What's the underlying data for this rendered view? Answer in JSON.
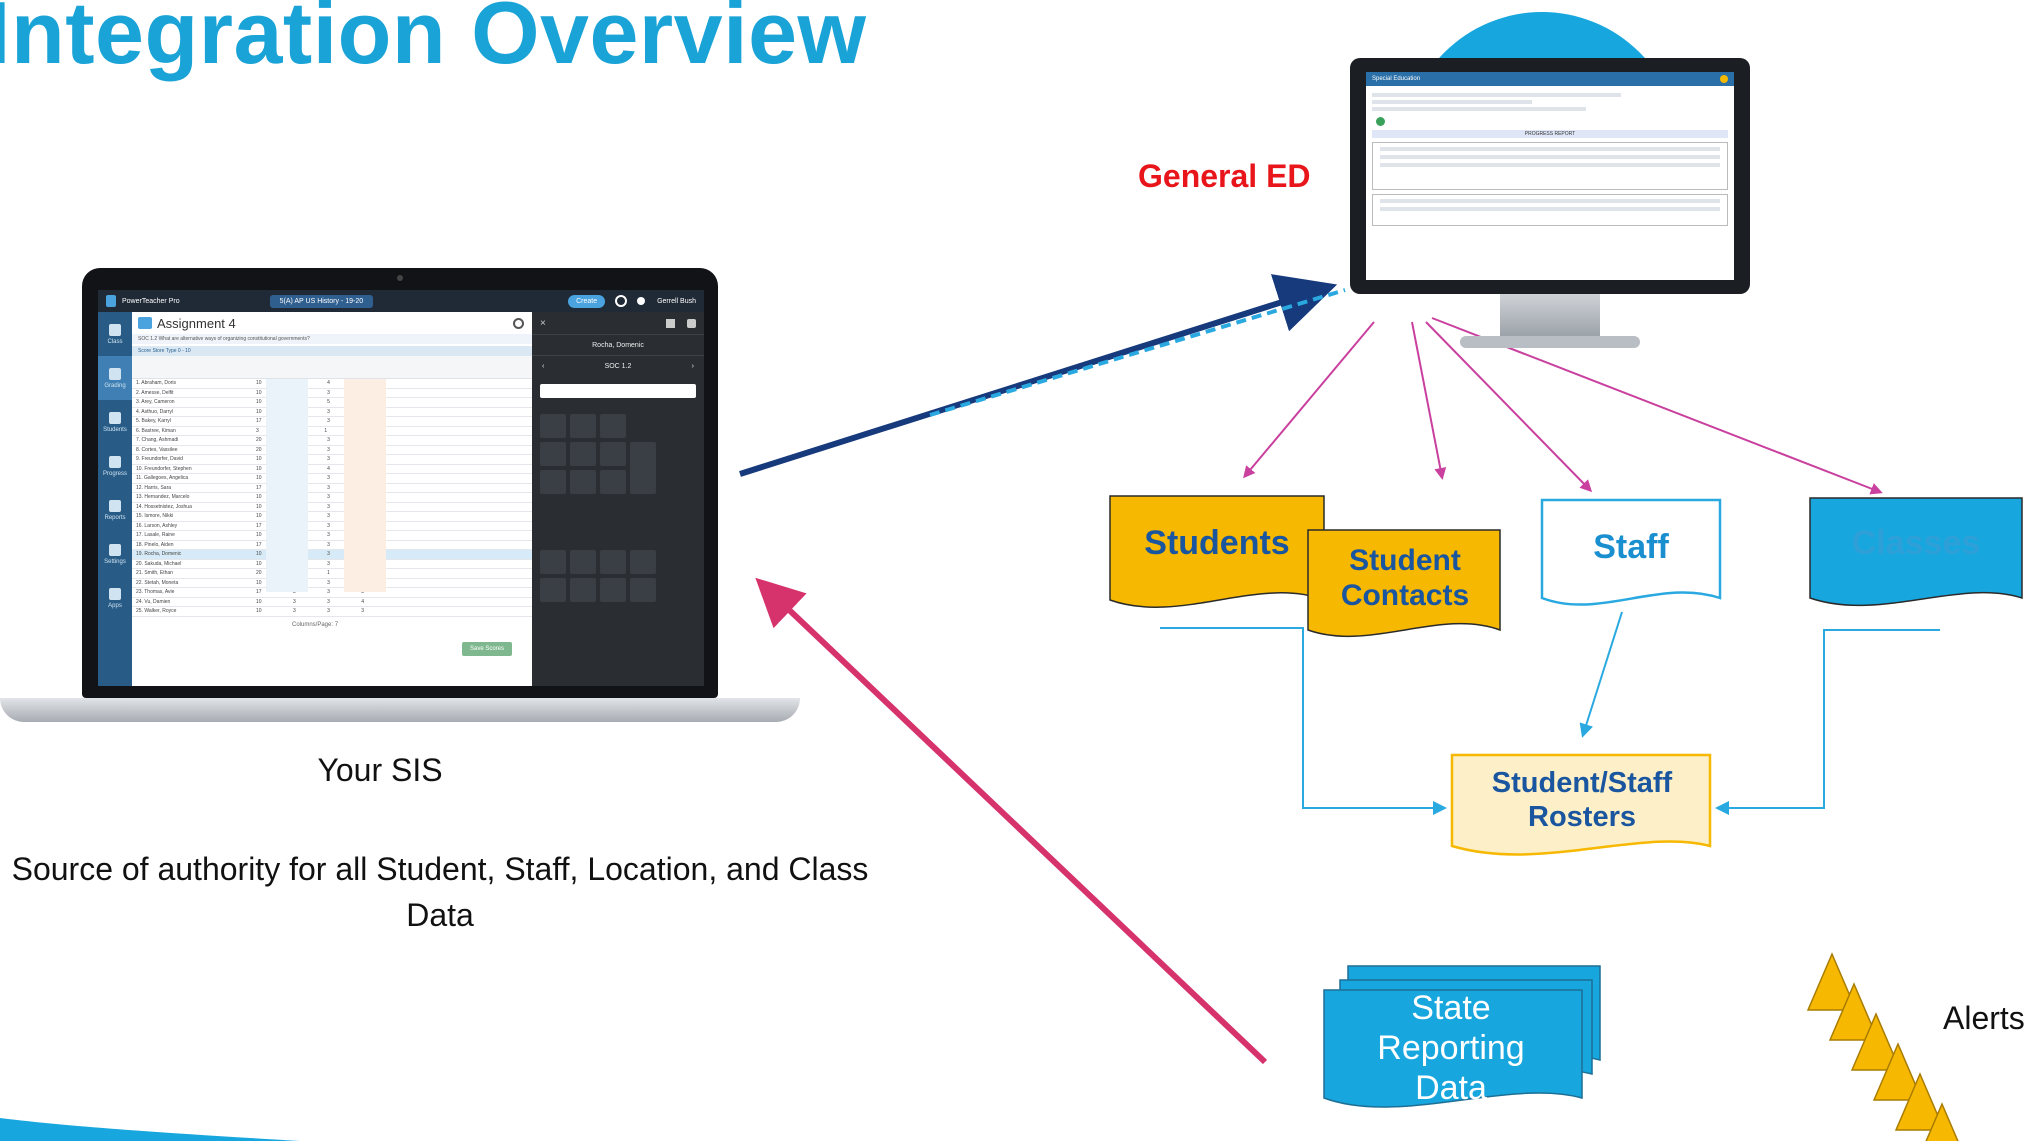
{
  "slide": {
    "title": "Integration Overview",
    "sis_caption": "Your SIS",
    "source_text": "Source of authority for all Student, Staff, Location, and Class Data"
  },
  "monitor": {
    "label": "General ED",
    "app_name": "Special Education",
    "report_heading": "PROGRESS REPORT"
  },
  "laptop": {
    "app_name": "PowerTeacher Pro",
    "class_selector": "5(A) AP US History - 19-20",
    "create_button": "Create",
    "user_name": "Gerrell Bush",
    "assignment_title": "Assignment 4",
    "assignment_desc": "SOC 1.2 What are alternative ways of organizing constitutional governments?",
    "score_header": "Score Store Type 0 - 10",
    "nav": [
      "Class",
      "Grading",
      "Students",
      "Progress",
      "Reports",
      "Settings",
      "Apps"
    ],
    "student_selector": "Rocha, Domenic",
    "standard_code": "SOC 1.2",
    "footer_text": "Columns/Page: 7",
    "save_button": "Save Scores",
    "students": [
      "1. Abraham, Doris",
      "2. Amesse, Delfit",
      "3. Arey, Cameron",
      "4. Asthuo, Darryl",
      "5. Bakey, Karryl",
      "6. Bastree, Kiman",
      "7. Chang, Ashmadi",
      "8. Cortes, Vassilee",
      "9. Freundorfer, David",
      "10. Freundorfer, Stephen",
      "11. Gallegoes, Angelica",
      "12. Harris, Sara",
      "13. Hernandez, Marcelo",
      "14. Hossetnistez, Joshua",
      "15. Ismore, Nikki",
      "16. Larson, Ashley",
      "17. Lasale, Raine",
      "18. Pinelo, Aiden",
      "19. Rocha, Domenic",
      "20. Sakuda, Michael",
      "21. Smith, Ethan",
      "22. Stetah, Moneta",
      "23. Thomas, Avie",
      "24. Vu, Damien",
      "25. Walker, Royce"
    ],
    "scores": [
      "10 4 4 3",
      "10 2 3 3",
      "10 3 5 5",
      "10 2 3 5",
      "17 4 3 2",
      "3 1 1 1",
      "20 4 3 3",
      "20 4 3 3",
      "10 3 3 5",
      "10 3 4 5",
      "10 3 3 4",
      "17 3 3 3",
      "10 3 3 5",
      "10 3 3 4",
      "10 3 3 4",
      "17 3 3 3",
      "10 3 3 5",
      "17 3 3 3",
      "10 3 3 4",
      "10 3 3 4",
      "20 1 1 3",
      "10 3 3 4",
      "17 3 3 3",
      "10 3 3 4",
      "10 3 3 3"
    ]
  },
  "data_boxes": {
    "students": "Students",
    "student_contacts": "Student Contacts",
    "staff": "Staff",
    "classes": "Classes",
    "rosters": "Student/Staff Rosters",
    "state_reporting": "State Reporting Data",
    "alerts": "Alerts"
  },
  "colors": {
    "title_blue": "#1aa3d6",
    "gold": "#f6b800",
    "cyan": "#17a7de",
    "navy_arrow": "#163a7c",
    "pink_arrow": "#d6336c",
    "thin_arrow": "#c9409e",
    "light_blue_line": "#2aa9e0",
    "rosters_fill": "#fdf0c8",
    "red_label": "#e8161b"
  }
}
